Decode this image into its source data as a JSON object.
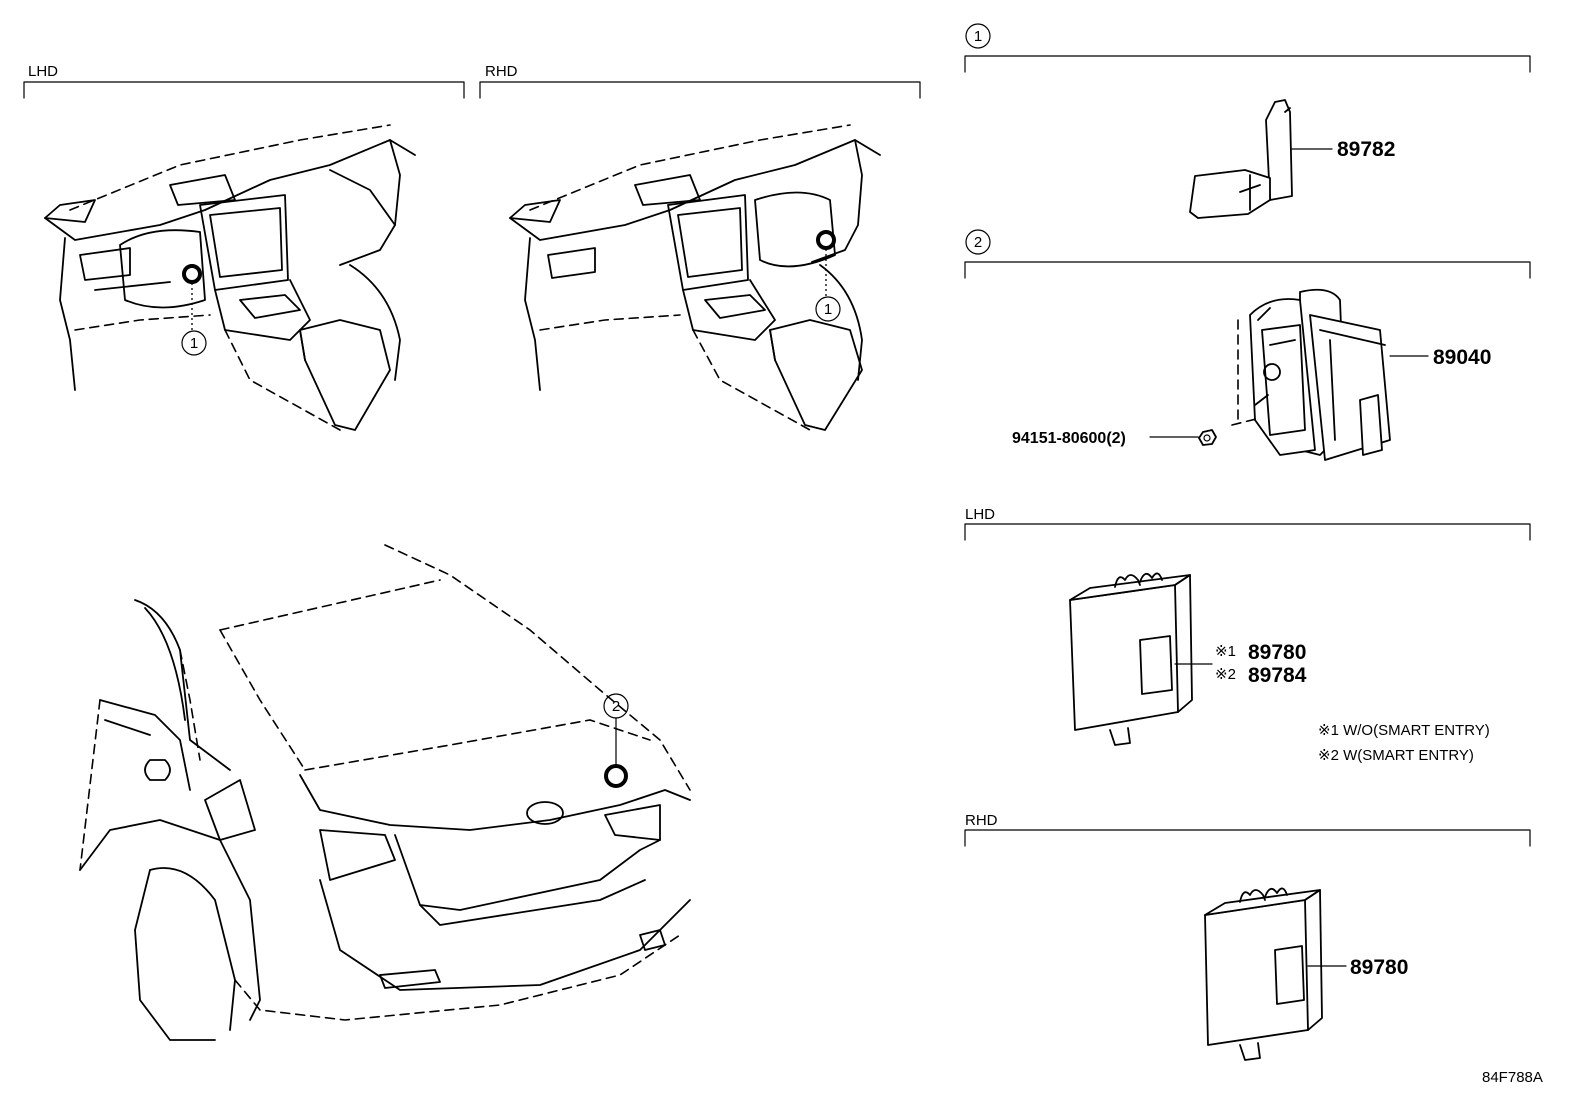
{
  "sections": {
    "lhd_interior": {
      "label": "LHD",
      "callout": "1"
    },
    "rhd_interior": {
      "label": "RHD",
      "callout": "1"
    },
    "rear_view": {
      "callout": "2"
    }
  },
  "right_panel": {
    "group1": {
      "header": "1",
      "part": "89782"
    },
    "group2": {
      "header": "2",
      "part": "89040",
      "fastener": "94151-80600(2)"
    },
    "lhd": {
      "label": "LHD",
      "part_a_mark": "※1",
      "part_a": "89780",
      "part_b_mark": "※2",
      "part_b": "89784"
    },
    "notes": {
      "note1": "※1 W/O(SMART ENTRY)",
      "note2": "※2 W(SMART ENTRY)"
    },
    "rhd": {
      "label": "RHD",
      "part": "89780"
    }
  },
  "figure_code": "84F788A"
}
